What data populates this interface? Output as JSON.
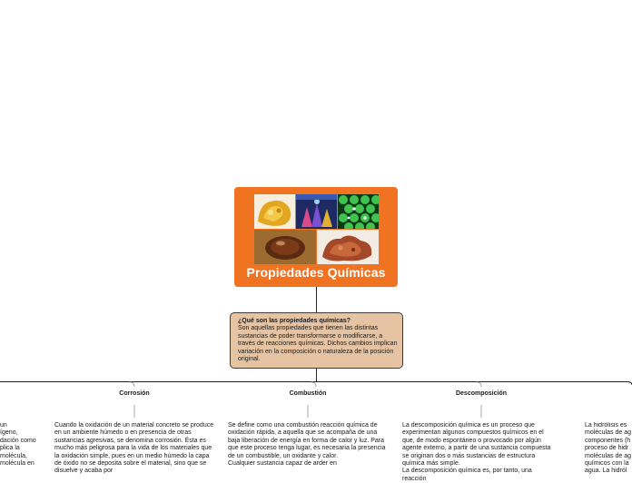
{
  "root": {
    "title": "Propiedades Químicas",
    "fill_color": "#f07322",
    "images": [
      "yellow-mineral-image",
      "colored-flasks-image",
      "green-molecules-image",
      "rust-drop-image",
      "copper-mineral-image"
    ]
  },
  "question": {
    "title": "¿Qué son las propiedades químicas?",
    "body": "Son aquellas propiedades que tienen las distintas sustancias de poder transformarse o modificarse, a través de reacciones químicas. Dichos cambios implican variación en la composición o naturaleza de la posición original.",
    "fill_color": "#e6c4a3"
  },
  "branches": [
    {
      "label": "Corrosión",
      "text": "Cuando la oxidación de un material concreto se produce en un ambiente húmedo o en presencia de otras sustancias agresivas, se denomina corrosión. Ésta es mucho más peligrosa para la vida de los materiales que la oxidación simple, pues en un medio húmedo la capa de óxido no se deposita sobre el material, sino que se disuelve y acaba por"
    },
    {
      "label": "Combustión",
      "text": "Se define como una combustión reacción química de oxidación rápida, a aquella que se acompaña de una baja liberación de energía en forma de calor y luz. Para que este proceso tenga lugar, es necesaria la presencia de un combustible, un oxidante y calor.",
      "text2": "Cualquier sustancia capaz de arder en"
    },
    {
      "label": "Descomposición",
      "text": "La descomposición química es un proceso que experimentan algunos compuestos químicos en el que, de modo espontáneo o provocado por algún agente externo, a partir de una sustancia compuesta se originan dos o más sustancias de estructura química más simple.",
      "text2": "La descomposición química es, por tanto, una reacción"
    }
  ],
  "left_partial": [
    "un",
    "ígeno,",
    "dación como",
    "plica la",
    "molécula,",
    "molécula en"
  ],
  "right_partial": [
    "La hidrólisis es",
    "moléculas de ag",
    "componentes (h",
    "proceso de hidr",
    "moléculas de ag",
    "químicos con la",
    "agua. La hidról"
  ]
}
